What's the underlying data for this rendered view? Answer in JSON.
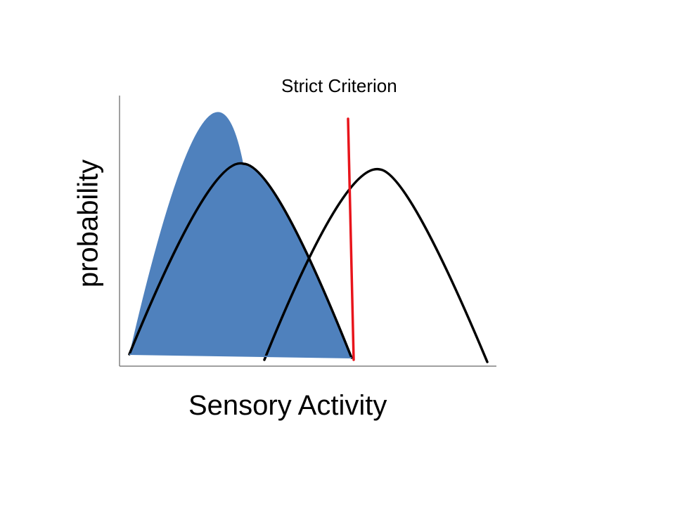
{
  "diagram": {
    "criterion_label": "Strict Criterion",
    "x_axis_label": "Sensory Activity",
    "y_axis_label": "probability",
    "colors": {
      "noise_fill": "#4f81bd",
      "curve_stroke": "#000000",
      "criterion": "#e8141b",
      "axis": "#808080"
    }
  }
}
